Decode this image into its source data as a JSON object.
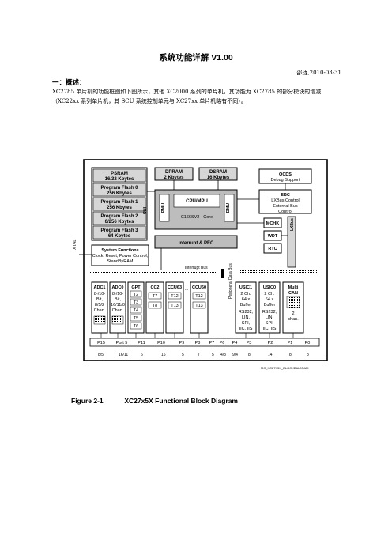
{
  "doc": {
    "title": "系统功能详解 V1.00",
    "author_line": "邵珑,2010-03-31",
    "section_heading": "一：概述：",
    "paragraph": "XC2785 单片机的功能框图如下图所示，其他 XC2000 系列的单片机，其功能为 XC2785 的部分模块的增减（XC22xx 系列单片机，其 SCU 系统控制单元与 XC27xx 单片机略有不同）。"
  },
  "figure": {
    "caption_number": "Figure 2-1",
    "caption_title": "XC27x5X Functional Block Diagram",
    "watermark_id": "MC_XC27X5X_BLOCKDIAGRAM",
    "memories": {
      "psram": [
        "PSRAM",
        "16/32 Kbytes"
      ],
      "flash0": [
        "Program Flash 0",
        "256 Kbytes"
      ],
      "flash1": [
        "Program Flash 1",
        "256 Kbytes"
      ],
      "flash2": [
        "Program Flash 2",
        "0/256 Kbytes"
      ],
      "flash3": [
        "Program Flash 3",
        "64 Kbytes"
      ],
      "dpram": [
        "DPRAM",
        "2 Kbytes"
      ],
      "dsram": [
        "DSRAM",
        "16 Kbytes"
      ]
    },
    "core": {
      "pmu": "PMU",
      "dmu": "DMU",
      "cpu": "CPU/MPU",
      "core_label": "C166SV2 - Core",
      "imb": "IMB",
      "interrupt_pec": "Interrupt & PEC"
    },
    "right_blocks": {
      "ocds": [
        "OCDS",
        "Debug Support"
      ],
      "ebc": [
        "EBC",
        "LXBus Control",
        "External Bus",
        "Control"
      ],
      "mchk": "MCHK",
      "wdt": "WDT",
      "rtc": "RTC",
      "lxbus": "LXBus"
    },
    "system_functions": [
      "System Functions",
      "Clock, Reset, Power Control,",
      "StandByRAM"
    ],
    "xtal": "XTAL",
    "interrupt_bus": "Interrupt Bus",
    "peripheral_bus": "Peripheral Data Bus",
    "adc1": [
      "ADC1",
      "8-/10-",
      "Bit,",
      "8/5/2",
      "Chan."
    ],
    "adc0": [
      "ADC0",
      "8-/10-",
      "Bit,",
      "16/11/0",
      "Chan."
    ],
    "gpt": {
      "name": "GPT",
      "timers": [
        "T2",
        "T3",
        "T4",
        "T5",
        "T6"
      ]
    },
    "cc2": {
      "name": "CC2",
      "timers": [
        "T7",
        "T8"
      ]
    },
    "ccu63": {
      "name": "CCU63",
      "timers": [
        "T12",
        "T13"
      ],
      "dots": "…"
    },
    "ccu60": {
      "name": "CCU60",
      "timers": [
        "T12",
        "T13"
      ]
    },
    "usic1": [
      "USIC1",
      "2 Ch.",
      "64 x",
      "Buffer",
      "RS232,",
      "LIN,",
      "SPI,",
      "IIC, IIS"
    ],
    "usic0": [
      "USIC0",
      "2 Ch.",
      "64 x",
      "Buffer",
      "RS232,",
      "LIN,",
      "SPI,",
      "IIC, IIS"
    ],
    "multican": [
      "Multi",
      "CAN",
      "2",
      "chan."
    ],
    "ports": [
      "P15",
      "Port 5",
      "P11",
      "P10",
      "P9",
      "P8",
      "P7",
      "P6",
      "P4",
      "P3",
      "P2",
      "P1",
      "P0"
    ],
    "pin_counts": [
      "8/5",
      "16/11",
      "6",
      "16",
      "5",
      "7",
      "5",
      "4/3",
      "9/4",
      "8",
      "14",
      "8",
      "8"
    ]
  }
}
